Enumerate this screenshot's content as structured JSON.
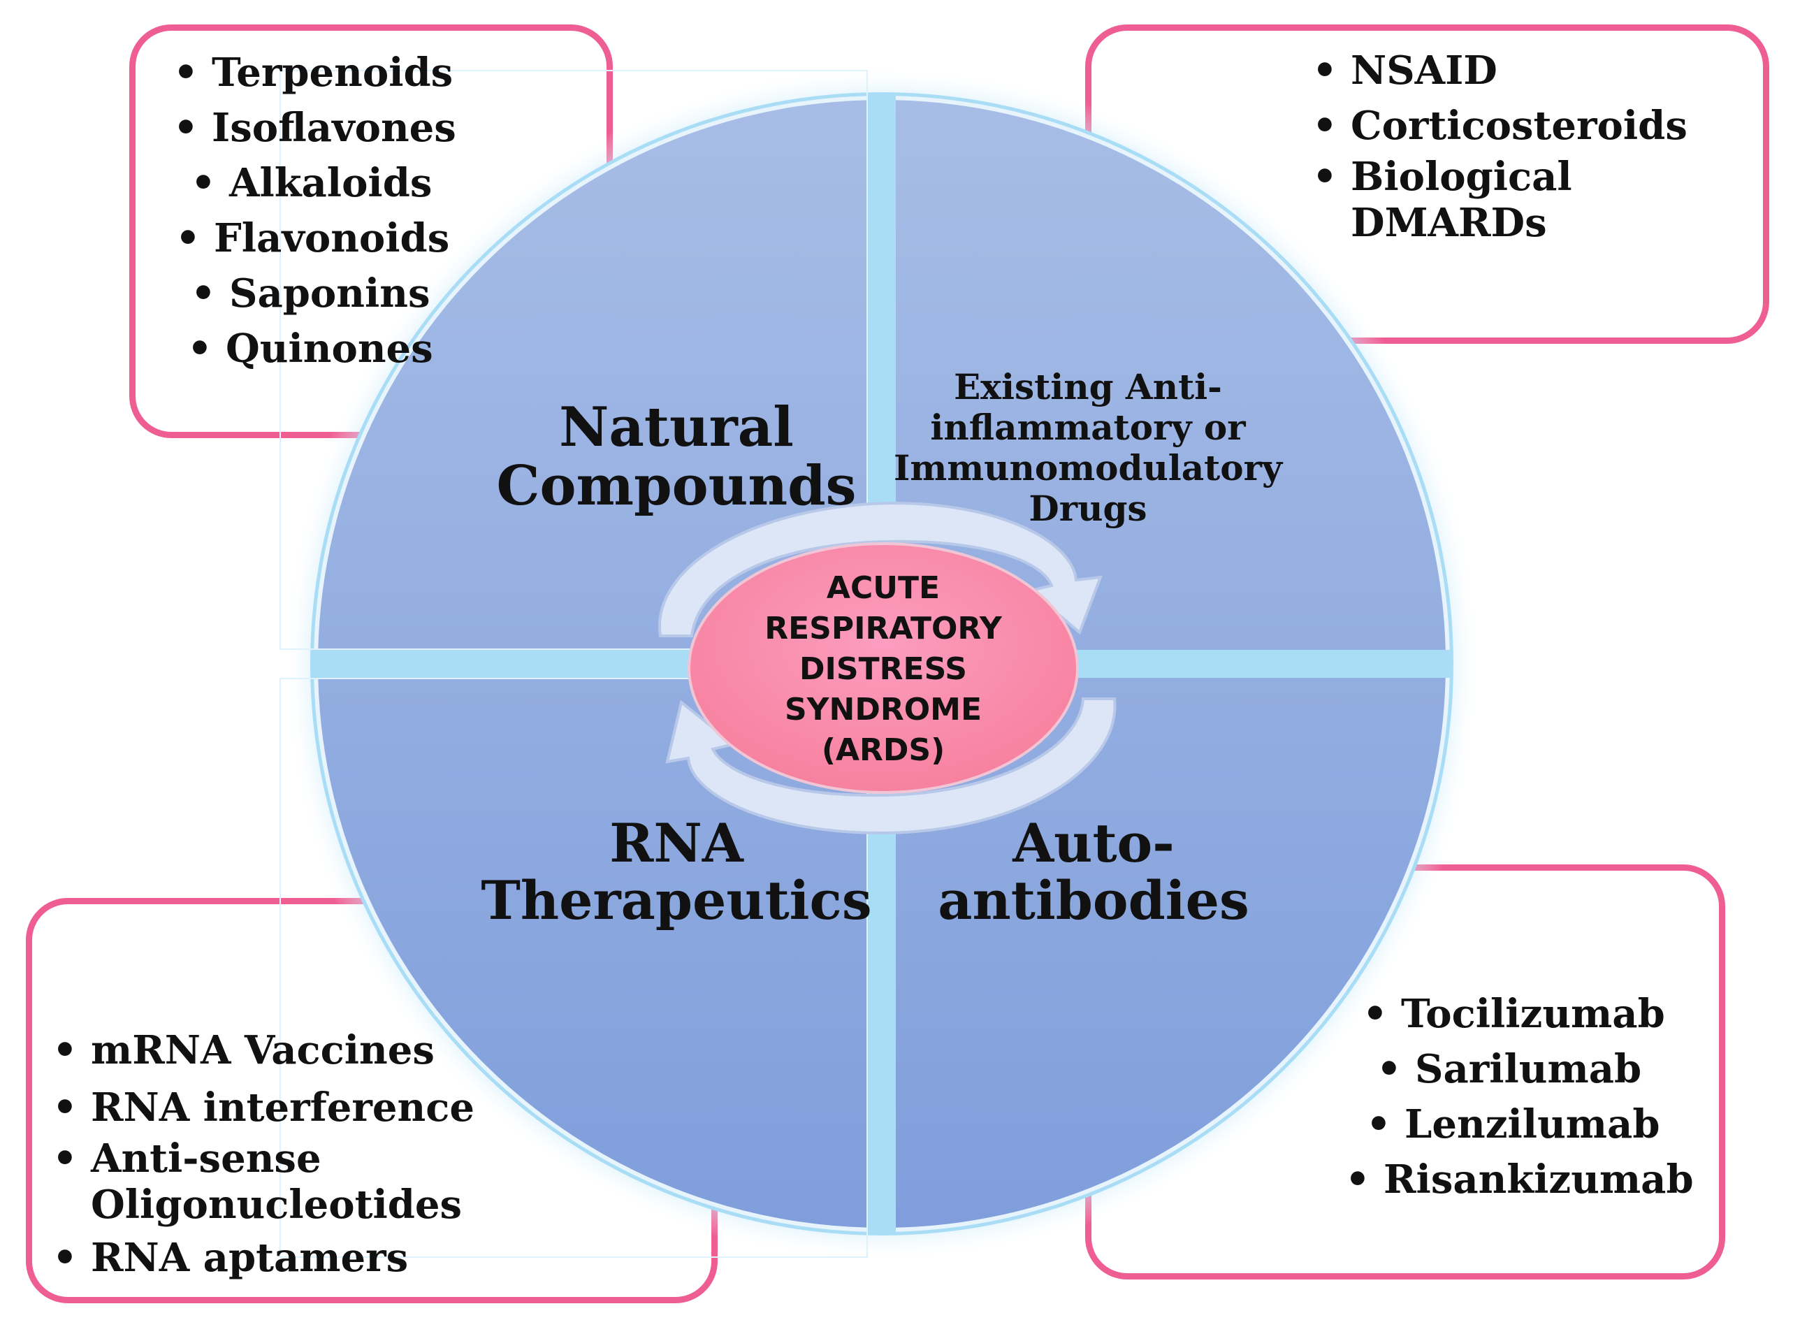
{
  "center": {
    "lines": [
      "ACUTE",
      "RESPIRATORY",
      "DISTRESS",
      "SYNDROME",
      "(ARDS)"
    ]
  },
  "quadrants": {
    "natural": {
      "title_lines": [
        "Natural",
        "Compounds"
      ],
      "items": [
        "Terpenoids",
        "Isoflavones",
        "Alkaloids",
        "Flavonoids",
        "Saponins",
        "Quinones"
      ]
    },
    "drugs": {
      "title_lines": [
        "Existing Anti-",
        "inflammatory or",
        "Immunomodulatory",
        "Drugs"
      ],
      "items": [
        "NSAID",
        "Corticosteroids",
        "Biological DMARDs"
      ]
    },
    "rna": {
      "title_lines": [
        "RNA",
        "Therapeutics"
      ],
      "items": [
        "mRNA Vaccines",
        "RNA interference",
        "Anti-sense Oligonucleotides",
        "RNA aptamers"
      ]
    },
    "auto": {
      "title_lines": [
        "Auto-",
        "antibodies"
      ],
      "items": [
        "Tocilizumab",
        "Sarilumab",
        "Lenzilumab",
        "Risankizumab"
      ]
    }
  },
  "colors": {
    "box_border": "#ee5e93",
    "quadrant_fill": "#8fa9de",
    "quadrant_glow": "#8fd3f5",
    "center_fill": "#fb8db3",
    "arrow_fill": "#dde6f7"
  }
}
